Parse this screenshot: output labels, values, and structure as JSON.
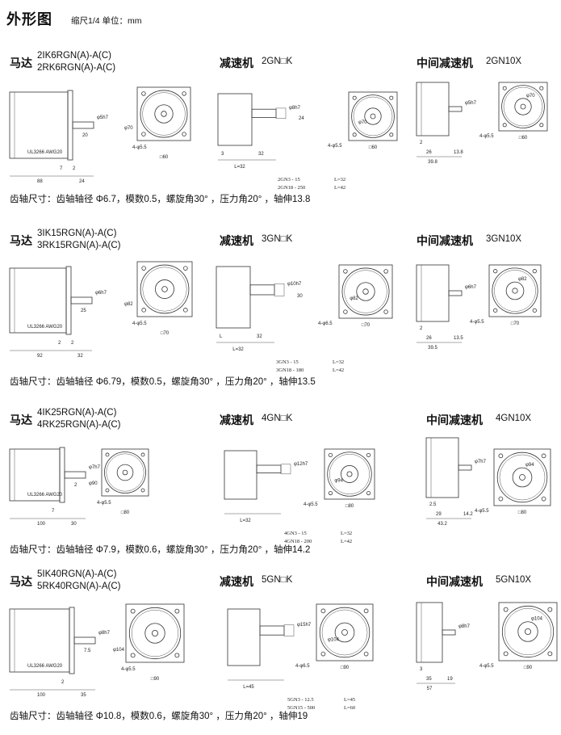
{
  "header": {
    "title": "外形图",
    "scale_note": "缩尺1/4  单位：mm"
  },
  "common": {
    "motor_label": "马达",
    "reducer_label": "减速机",
    "mid_reducer_label": "中间减速机"
  },
  "sections": [
    {
      "motor_models": [
        "2IK6RGN(A)-A(C)",
        "2RK6RGN(A)-A(C)"
      ],
      "reducer_model": "2GN□K",
      "mid_model": "2GN10X",
      "spec": "齿轴尺寸：齿轴轴径 Φ6.7，模数0.5，螺旋角30° ，压力角20° ，轴伸13.8",
      "motor_dims": {
        "len1": "88",
        "len2": "24",
        "a": "20",
        "b": "7",
        "c": "2",
        "shaft": "φ5h7",
        "d": "φ70",
        "hole": "4-φ5.5",
        "sq": "□60",
        "cable": "UL3266 AWG20"
      },
      "reducer_dims": {
        "h": "24",
        "a": "3",
        "b": "32",
        "L": "L=32",
        "hole": "4-φ5.5",
        "sq": "□60",
        "shaft": "φ8h7",
        "d": "φ70",
        "r1": "2GN3 - 15",
        "r1L": "L=32",
        "r2": "2GN18 - 250",
        "r2L": "L=42"
      },
      "mid_dims": {
        "a": "2",
        "b": "26",
        "c": "13.8",
        "d": "39.8",
        "shaft": "φ5h7",
        "pcd": "φ70",
        "hole": "4-φ5.5",
        "sq": "□60"
      }
    },
    {
      "motor_models": [
        "3IK15RGN(A)-A(C)",
        "3RK15RGN(A)-A(C)"
      ],
      "reducer_model": "3GN□K",
      "mid_model": "3GN10X",
      "spec": "齿轴尺寸：齿轴轴径 Φ6.79，模数0.5，螺旋角30° ，压力角20° ，轴伸13.5",
      "motor_dims": {
        "len1": "92",
        "len2": "32",
        "a": "25",
        "b": "2",
        "c": "2",
        "shaft": "φ6h7",
        "d": "φ82",
        "hole": "4-φ5.5",
        "sq": "□70",
        "cable": "UL3266 AWG20"
      },
      "reducer_dims": {
        "h": "30",
        "a": "L",
        "b": "32",
        "L": "L=32",
        "hole": "4-φ6.5",
        "sq": "□70",
        "shaft": "φ10h7",
        "d": "φ82",
        "r1": "3GN3 - 15",
        "r1L": "L=32",
        "r2": "3GN18 - 180",
        "r2L": "L=42"
      },
      "mid_dims": {
        "a": "2",
        "b": "26",
        "c": "13.5",
        "d": "39.5",
        "shaft": "φ6h7",
        "pcd": "φ82",
        "hole": "4-φ5.5",
        "sq": "□70"
      }
    },
    {
      "motor_models": [
        "4IK25RGN(A)-A(C)",
        "4RK25RGN(A)-A(C)"
      ],
      "reducer_model": "4GN□K",
      "mid_model": "4GN10X",
      "spec": "齿轴尺寸：齿轴轴径 Φ7.9，模数0.6，螺旋角30° ，压力角20° ，轴伸14.2",
      "motor_dims": {
        "len1": "100",
        "len2": "30",
        "a": "2",
        "b": "7",
        "c": "",
        "shaft": "φ7h7",
        "d": "φ90",
        "hole": "4-φ5.5",
        "sq": "□80",
        "cable": "UL3266 AWG20"
      },
      "reducer_dims": {
        "h": "",
        "a": "",
        "b": "",
        "L": "L=32",
        "hole": "4-φ5.5",
        "sq": "□80",
        "shaft": "φ12h7",
        "d": "φ94",
        "r1": "4GN3 - 15",
        "r1L": "L=32",
        "r2": "4GN18 - 200",
        "r2L": "L=42"
      },
      "mid_dims": {
        "a": "2.5",
        "b": "29",
        "c": "14.2",
        "d": "43.2",
        "shaft": "φ7h7",
        "pcd": "φ94",
        "hole": "4-φ5.5",
        "sq": "□80"
      }
    },
    {
      "motor_models": [
        "5IK40RGN(A)-A(C)",
        "5RK40RGN(A)-A(C)"
      ],
      "reducer_model": "5GN□K",
      "mid_model": "5GN10X",
      "spec": "齿轴尺寸：齿轴轴径 Φ10.8，模数0.6，螺旋角30° ，压力角20° ，轴伸19",
      "motor_dims": {
        "len1": "100",
        "len2": "35",
        "a": "7.5",
        "b": "2",
        "c": "",
        "shaft": "φ8h7",
        "d": "φ104",
        "hole": "4-φ5.5",
        "sq": "□90",
        "cable": "UL3266 AWG20"
      },
      "reducer_dims": {
        "h": "",
        "a": "",
        "b": "",
        "L": "L=45",
        "hole": "4-φ6.5",
        "sq": "□90",
        "shaft": "φ15h7",
        "d": "φ104",
        "r1": "5GN3 - 12.5",
        "r1L": "L=45",
        "r2": "5GN15 - 500",
        "r2L": "L=60"
      },
      "mid_dims": {
        "a": "3",
        "b": "35",
        "c": "19",
        "d": "57",
        "shaft": "φ8h7",
        "pcd": "φ104",
        "hole": "4-φ5.5",
        "sq": "□90"
      }
    }
  ]
}
